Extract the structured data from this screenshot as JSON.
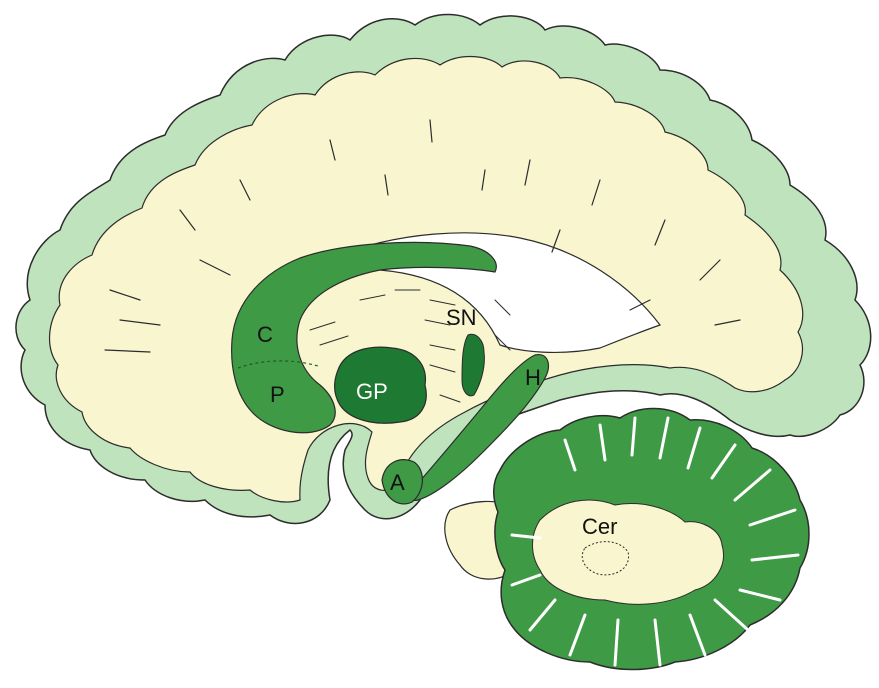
{
  "labels": {
    "caudate": "C",
    "putamen": "P",
    "globus_pallidus": "GP",
    "substantia_nigra": "SN",
    "hippocampus": "H",
    "amygdala": "A",
    "cerebellum": "Cer"
  },
  "colors": {
    "cortex_outer": "#bfe3bc",
    "white_matter": "#f8f5cf",
    "caudate_putamen": "#3f9a46",
    "globus_pallidus": "#1e7a33",
    "cerebellum_cortex": "#3f9a46",
    "outline": "#2c2c2c",
    "ventricle": "#ffffff"
  }
}
